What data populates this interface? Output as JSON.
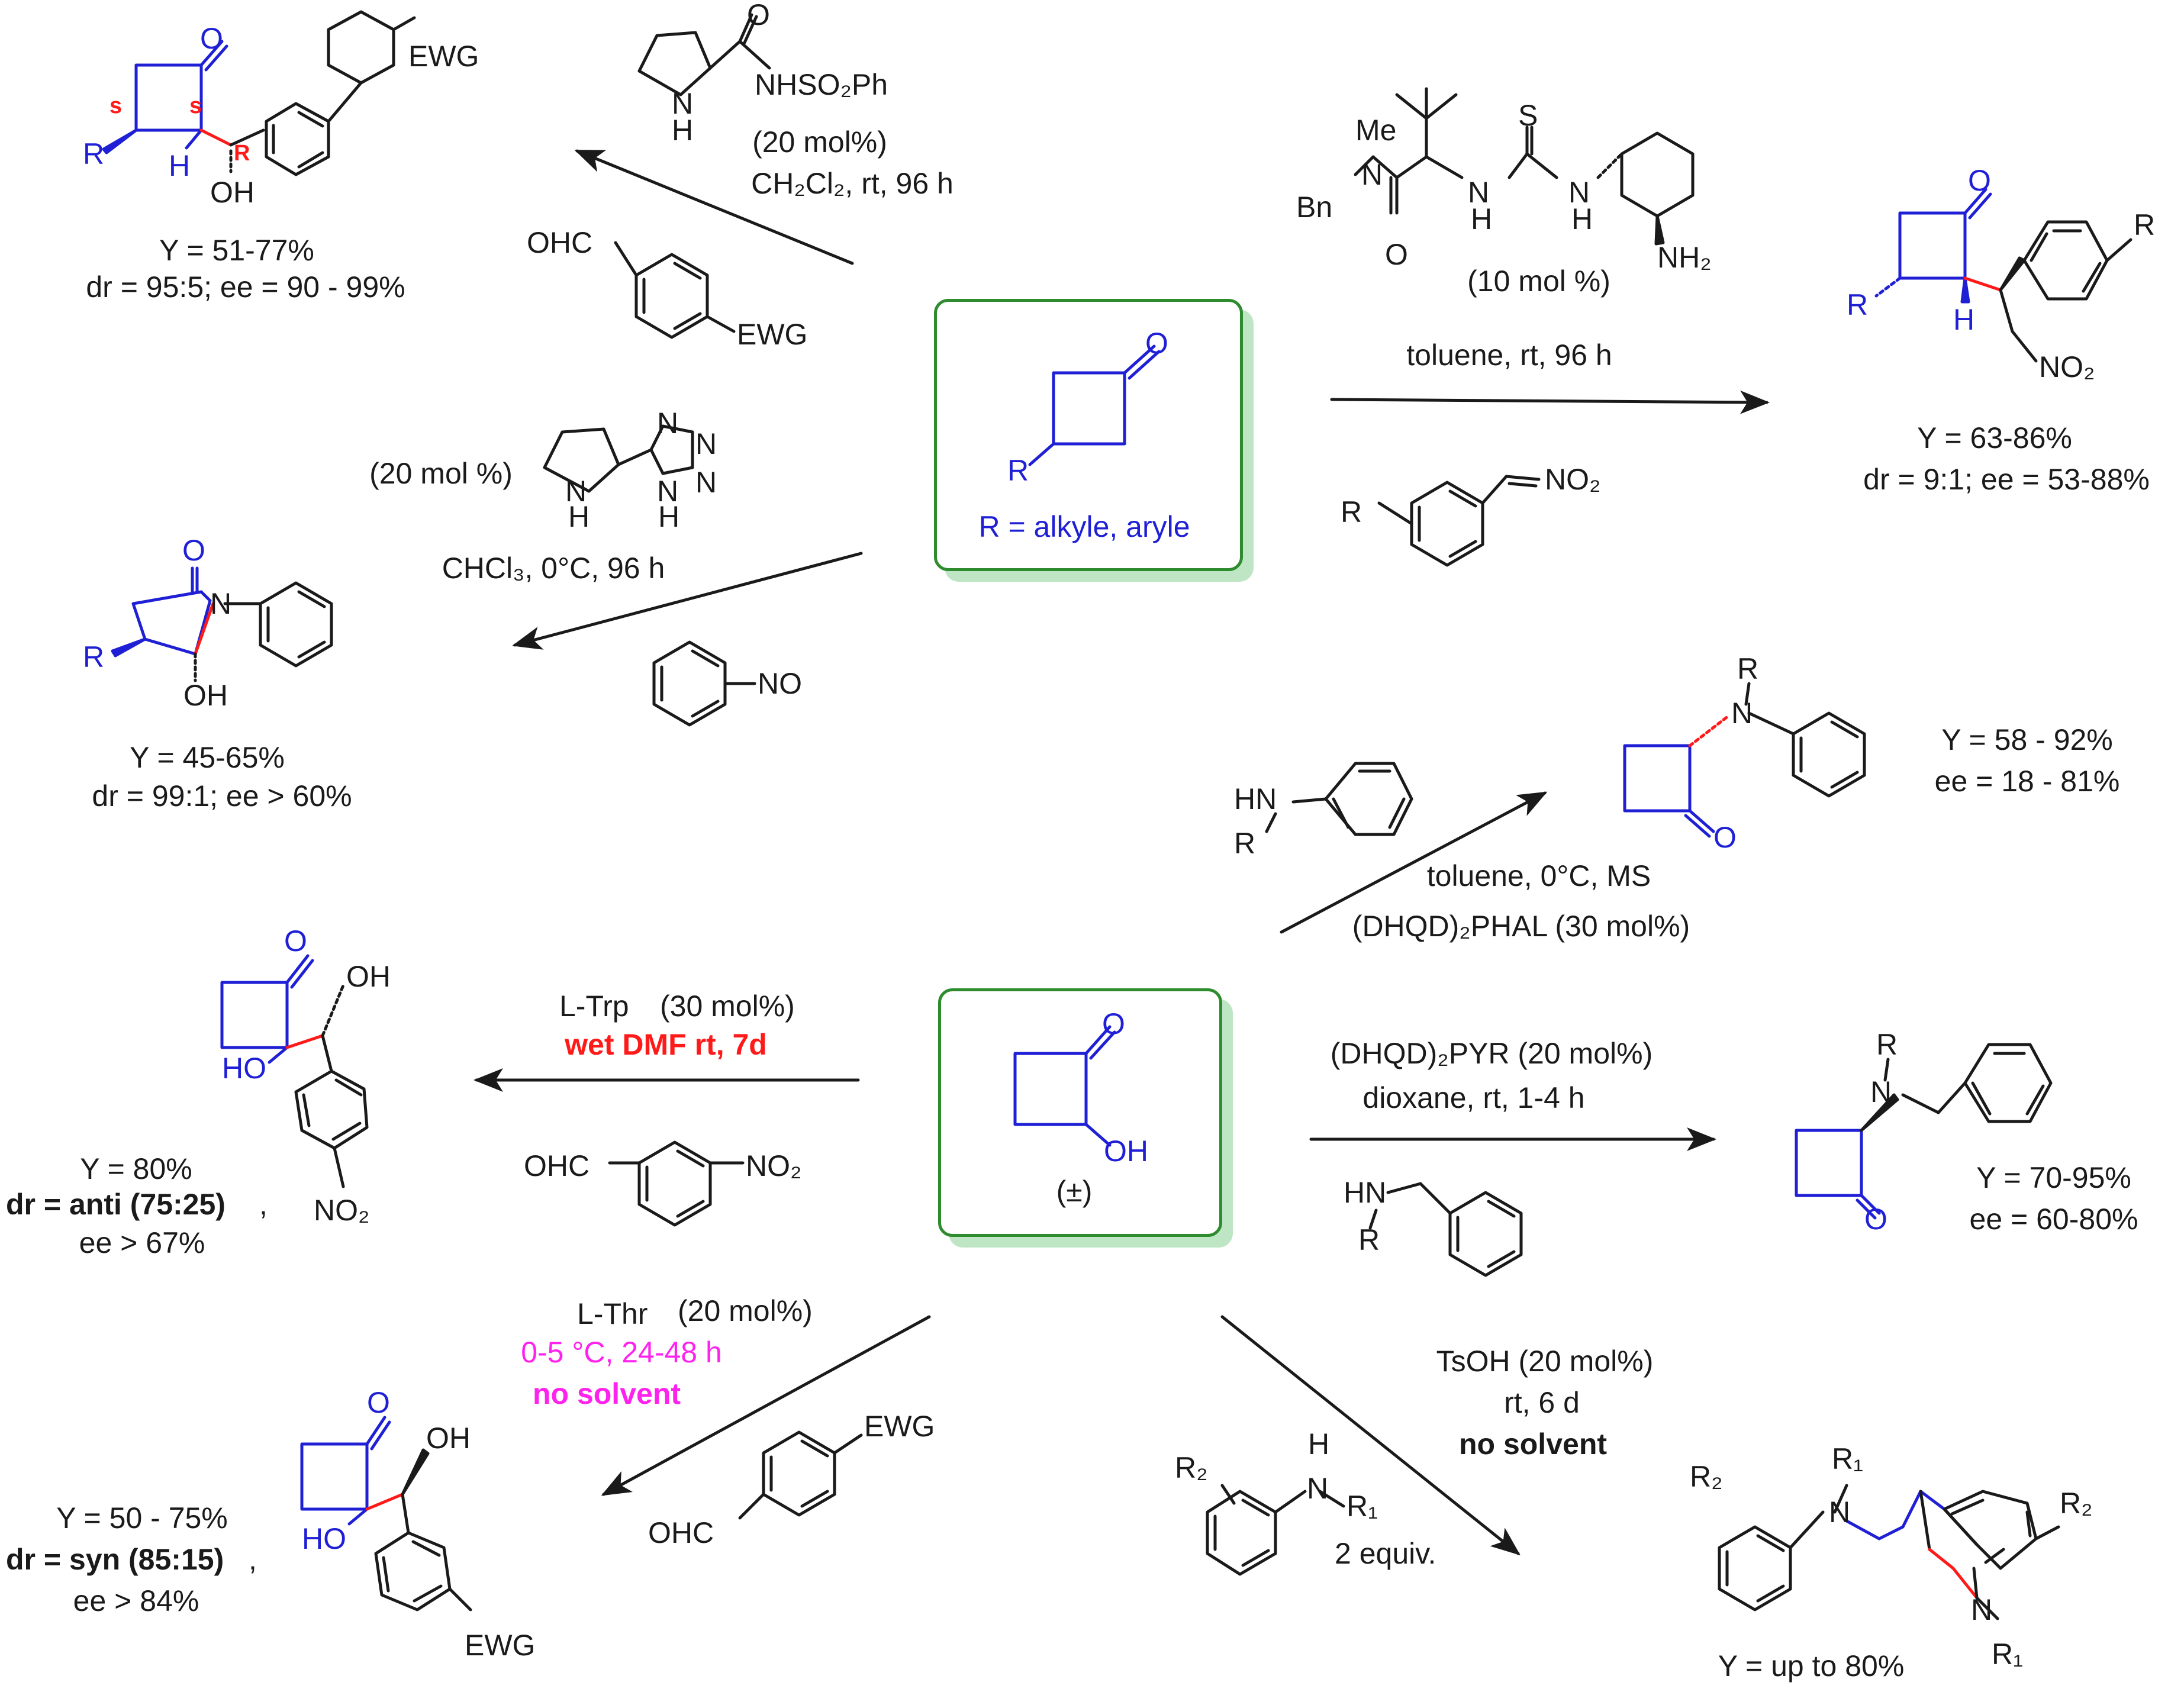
{
  "colors": {
    "ring": "#1f1fd6",
    "new_bond": "#ff1a1a",
    "box_border": "#2e8b2e",
    "box_shadow": "#bfe6c4",
    "highlight_red": "#ff1a1a",
    "highlight_magenta": "#ff22ee"
  },
  "top_substrate": {
    "r_label": "R",
    "o_label": "O",
    "caption": "R = alkyle, aryle"
  },
  "bottom_substrate": {
    "o_label": "O",
    "oh_label": "OH",
    "caption": "(±)"
  },
  "aldol_top": {
    "catalyst": {
      "n_label": "N",
      "h_label": "H",
      "o_label": "O",
      "amide_label": "NHSO₂Ph"
    },
    "loading": "(20 mol%)",
    "conditions": "CH₂Cl₂, rt, 96 h",
    "reagent": {
      "cho": "OHC",
      "ewg": "EWG"
    },
    "product": {
      "o": "O",
      "ewg": "EWG",
      "s1": "s",
      "s2": "s",
      "r_stereo": "R",
      "r": "R",
      "h": "H",
      "oh": "OH"
    },
    "yield": "Y = 51-77%",
    "selectivity": "dr = 95:5; ee = 90 - 99%"
  },
  "amination_top": {
    "loading": "(20 mol %)",
    "catalyst": {
      "n": "N",
      "h": "H",
      "tn1": "N",
      "tn2": "N",
      "tn3": "N",
      "tnh": "N",
      "th": "H"
    },
    "conditions": "CHCl₃, 0°C, 96 h",
    "reagent": "NO",
    "product": {
      "o": "O",
      "n": "N",
      "r": "R",
      "oh": "OH"
    },
    "yield": "Y = 45-65%",
    "selectivity": "dr = 99:1; ee > 60%"
  },
  "michael": {
    "catalyst": {
      "me": "Me",
      "n": "N",
      "bn": "Bn",
      "o": "O",
      "s": "S",
      "nh1": "N",
      "h1": "H",
      "nh2": "N",
      "h2": "H",
      "nh2_group": "NH₂"
    },
    "loading": "(10 mol %)",
    "conditions": "toluene, rt, 96 h",
    "reagent": {
      "r": "R",
      "no2": "NO₂"
    },
    "product": {
      "o": "O",
      "r": "R",
      "r_ring": "R",
      "h": "H",
      "no2": "NO₂"
    },
    "yield": "Y = 63-86%",
    "selectivity": "dr = 9:1; ee = 53-88%"
  },
  "amination_right": {
    "reagent": {
      "hn": "HN",
      "r": "R"
    },
    "conditions": "toluene, 0°C, MS",
    "catalyst": "(DHQD)₂PHAL (30 mol%)",
    "product": {
      "r": "R",
      "n": "N",
      "o": "O"
    },
    "yield": "Y = 58 - 92%",
    "selectivity": "ee = 18 - 81%"
  },
  "aldol_trp": {
    "catalyst_name": "L-Trp",
    "loading": "(30 mol%)",
    "highlight": "wet DMF  rt, 7d",
    "reagent": {
      "cho": "OHC",
      "no2": "NO₂"
    },
    "product": {
      "o": "O",
      "oh": "OH",
      "ho": "HO",
      "no2": "NO₂"
    },
    "yield": "Y = 80%",
    "dr": "dr = anti (75:25)",
    "dr_suffix": ",",
    "ee": "ee > 67%"
  },
  "benzylamination": {
    "catalyst": "(DHQD)₂PYR (20 mol%)",
    "conditions": "dioxane, rt, 1-4 h",
    "reagent": {
      "hn": "HN",
      "r": "R"
    },
    "product": {
      "r": "R",
      "n": "N",
      "o": "O"
    },
    "yield": "Y = 70-95%",
    "selectivity": "ee = 60-80%"
  },
  "aldol_thr": {
    "catalyst_name": "L-Thr",
    "loading": "(20 mol%)",
    "temp": "0-5 °C, 24-48 h",
    "solvent": "no solvent",
    "reagent": {
      "ewg": "EWG",
      "cho": "OHC"
    },
    "product": {
      "o": "O",
      "oh": "OH",
      "ho": "HO",
      "ewg": "EWG"
    },
    "yield": "Y = 50 - 75%",
    "dr": "dr = syn (85:15)",
    "dr_suffix": ",",
    "ee": "ee > 84%"
  },
  "indole": {
    "catalyst": "TsOH (20 mol%)",
    "time": "rt, 6 d",
    "solvent": "no solvent",
    "reagent": {
      "h": "H",
      "n": "N",
      "r1": "R₁",
      "r2": "R₂",
      "equiv": "2 equiv."
    },
    "product": {
      "r2a": "R₂",
      "r1a": "R₁",
      "n": "N",
      "r2b": "R₂",
      "n2": "N",
      "r1b": "R₁"
    },
    "yield": "Y = up to 80%"
  }
}
